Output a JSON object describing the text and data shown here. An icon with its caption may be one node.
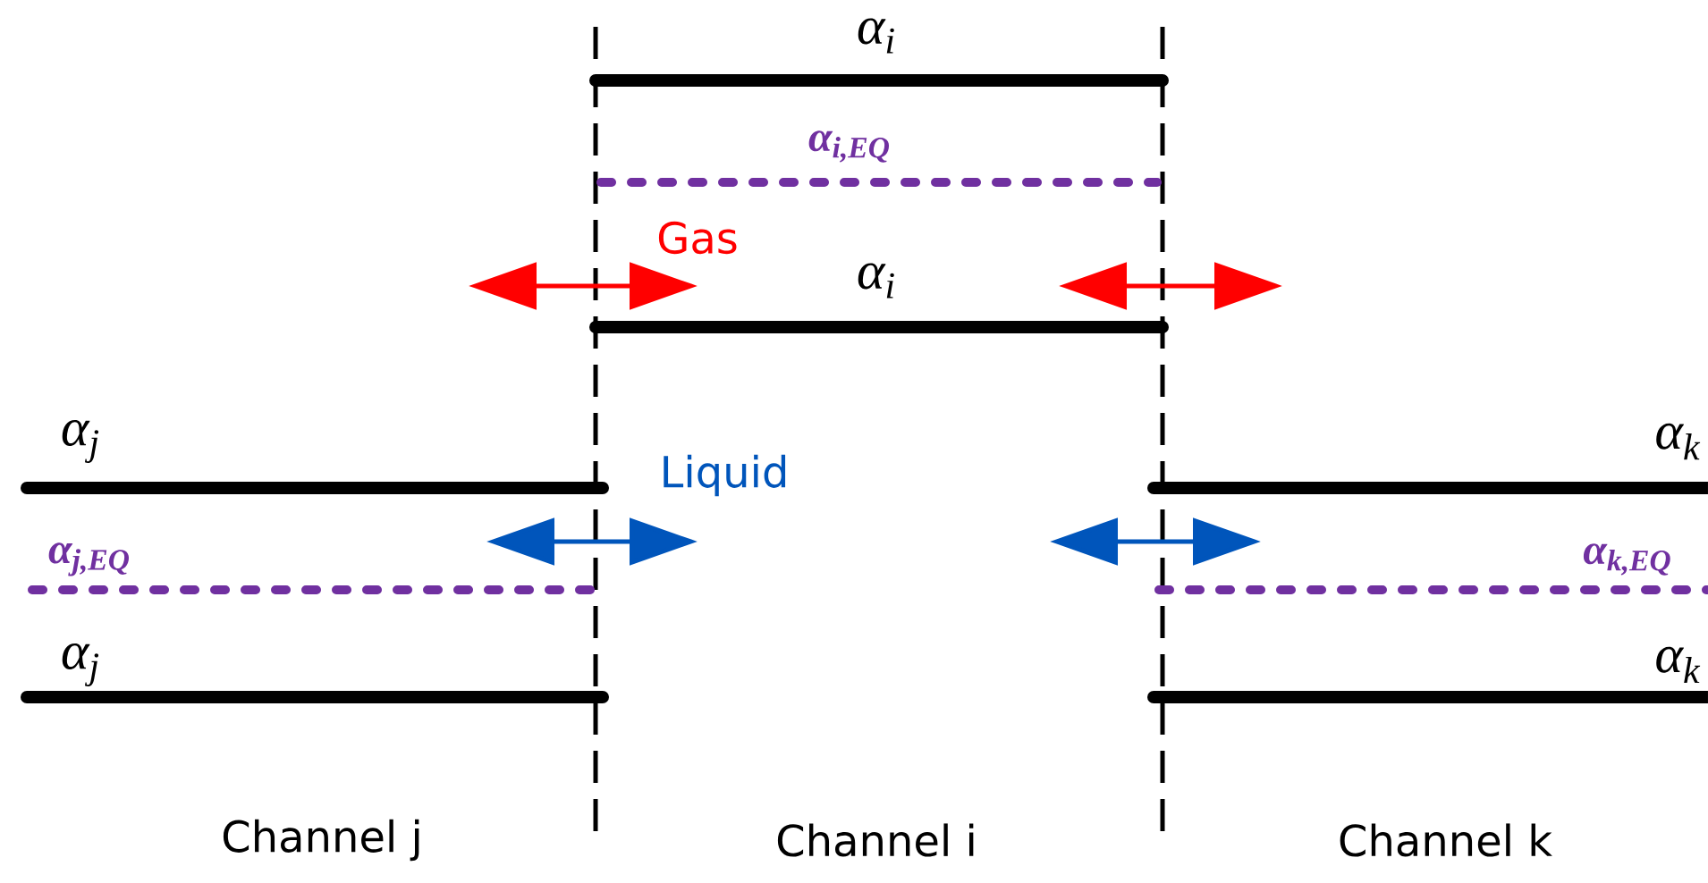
{
  "diagram": {
    "labels": [
      "α$_{i}$",
      "α$_{i,EQ}$",
      "Gas",
      "α$_{i}$",
      "α$_{j}$",
      "Liquid",
      "α$_{k}$",
      "α$_{j,EQ}$",
      "α$_{k,EQ}$",
      "α$_{j}$",
      "α$_{k}$",
      "Channel j",
      "Channel i",
      "Channel k"
    ]
  }
}
